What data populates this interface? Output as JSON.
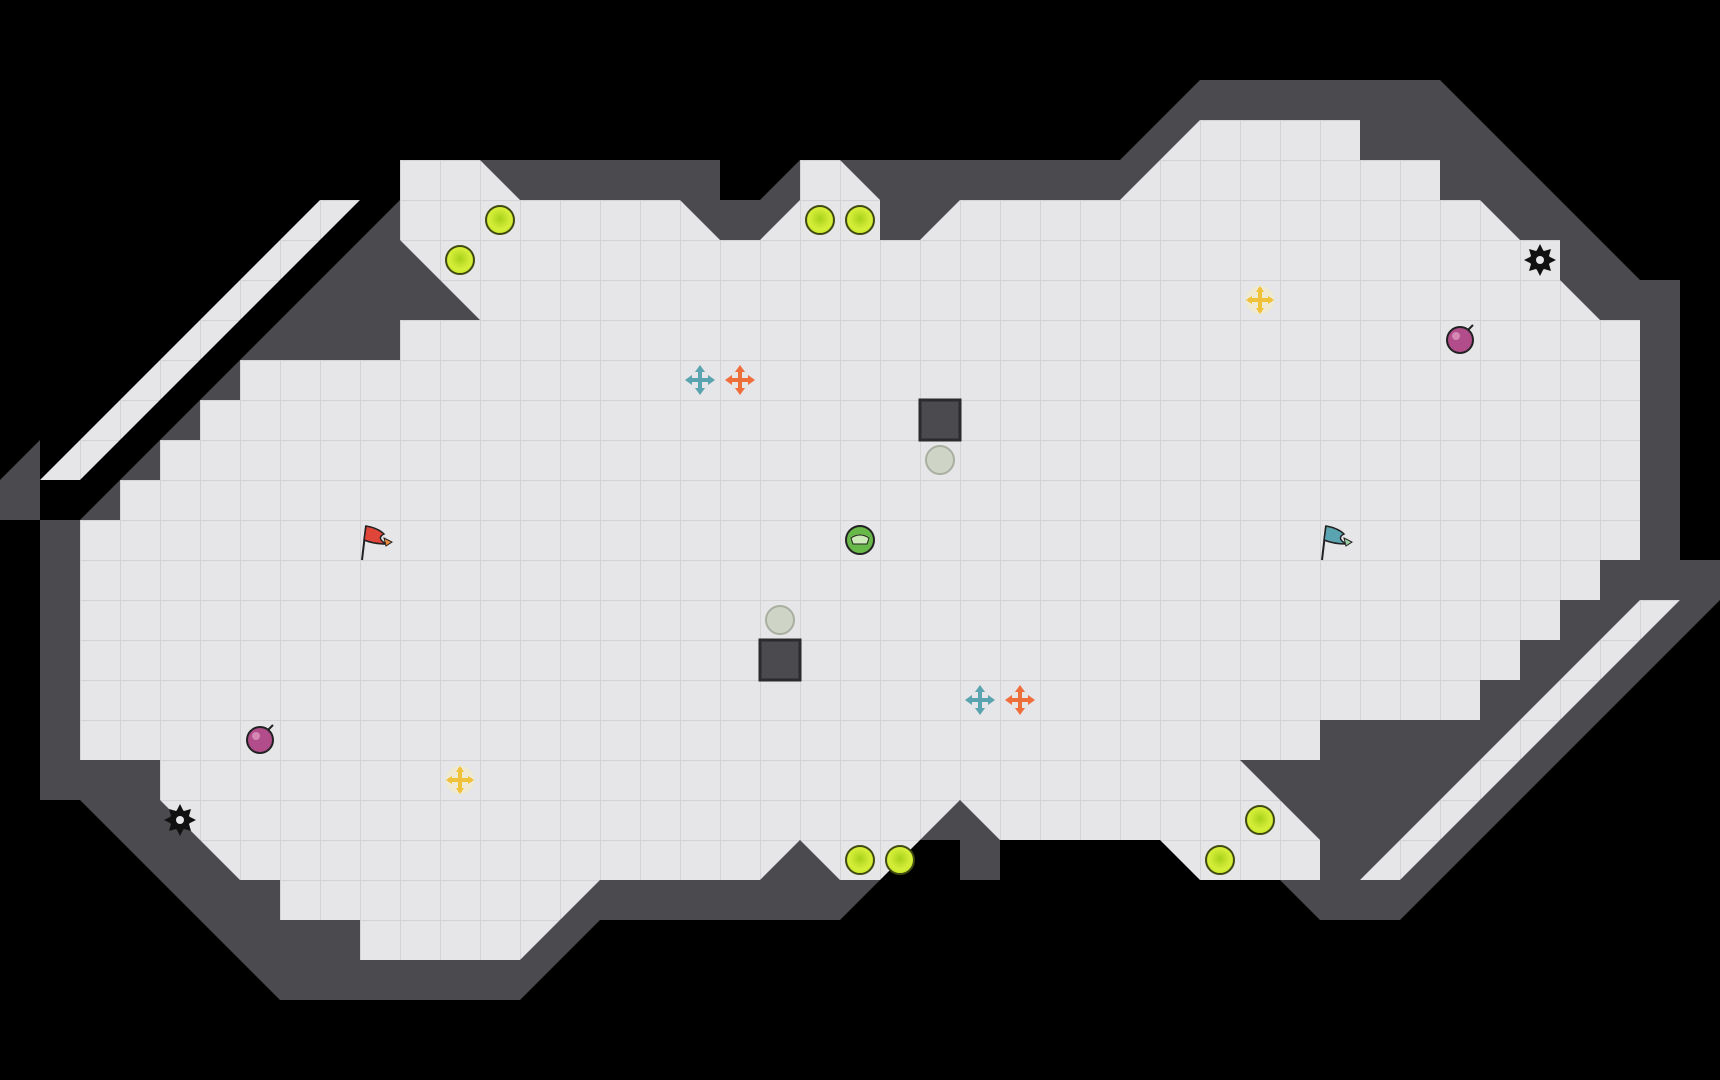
{
  "game": {
    "type": "capture-the-flag-arena",
    "colors": {
      "background": "#000000",
      "floor": "#e6e6e8",
      "floor_grid": "#d5d5d8",
      "wall": "#4a4a4f",
      "wall_edge": "#2b2b2e",
      "boost": "#c8e62b",
      "boost_ring": "#3f4a12",
      "spike": "#111111",
      "red_team": "#e0453a",
      "blue_team": "#5aa3b0",
      "neutral_powerup": "#f0c23a",
      "bomb": "#b04d8a",
      "player_ball": "#68b84a"
    },
    "flags": [
      {
        "team": "red",
        "icon": "red-flag-icon"
      },
      {
        "team": "blue",
        "icon": "blue-flag-icon"
      }
    ],
    "player": {
      "team": "green",
      "icon": "player-ball-icon"
    },
    "counts": {
      "boosts": 10,
      "spikes": 2,
      "bombs": 2,
      "gates": 2
    }
  }
}
